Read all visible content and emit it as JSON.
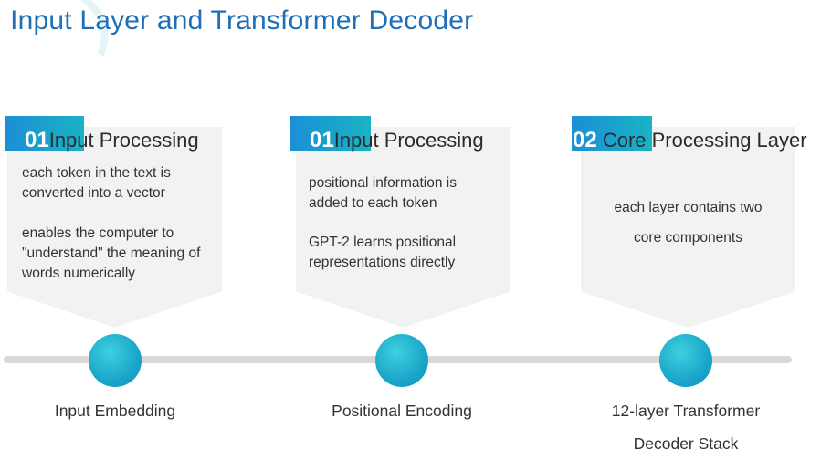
{
  "title": ". Input Layer and Transformer Decoder",
  "steps": [
    {
      "badge_number": "01",
      "heading": "Input Processing",
      "text_blocks": [
        "each token in the text is converted into a vector",
        "enables the computer to \"understand\" the meaning of words numerically"
      ],
      "label_lines": [
        "Input Embedding"
      ]
    },
    {
      "badge_number": "01",
      "heading": "Input Processing",
      "text_blocks": [
        "positional information is added to each token",
        "GPT-2 learns positional representations directly"
      ],
      "label_lines": [
        "Positional Encoding"
      ]
    },
    {
      "badge_number": "02",
      "heading": " Core Processing Layer",
      "text_blocks": [
        "each layer contains two",
        "core components"
      ],
      "label_lines": [
        "12-layer Transformer",
        "Decoder Stack"
      ]
    }
  ],
  "colors": {
    "accent_blue": "#1f6fb8",
    "badge_gradient_start": "#1b8fd6",
    "badge_gradient_end": "#1ab3c4",
    "card_background": "#f2f2f2",
    "timeline": "#d9d9d9",
    "dot": "#1aa6c9"
  }
}
